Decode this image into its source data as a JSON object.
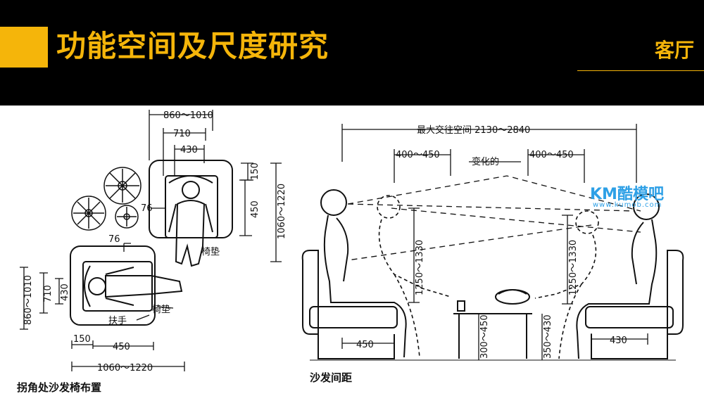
{
  "header": {
    "title": "功能空间及尺度研究",
    "section": "客厅"
  },
  "figure": {
    "left_caption": "拐角处沙发椅布置",
    "right_caption": "沙发间距",
    "left_dims": {
      "top_overall": "860～1010",
      "top_mid": "710",
      "top_inner": "430",
      "right_150": "150",
      "right_450": "450",
      "right_overall": "1060～1220",
      "left_overall": "860～1010",
      "left_mid": "710",
      "left_inner": "430",
      "bottom_150": "150",
      "bottom_450": "450",
      "bottom_overall": "1060～1220",
      "small_76a": "76",
      "small_76b": "76",
      "label_cushion_1": "椅垫",
      "label_cushion_2": "椅垫",
      "label_armrest": "扶手"
    },
    "right_dims": {
      "max_space": "最大交往空间 2130～2840",
      "var_left": "400～450",
      "var_center": "变化的",
      "var_right": "400～450",
      "vert_left": "1250～1330",
      "vert_right": "1250～1330",
      "table_left": "300～450",
      "table_right": "350～430",
      "seat_left": "450",
      "seat_right": "430"
    }
  },
  "watermark": {
    "brand": "KM酷模吧",
    "url": "www.kumob.com"
  }
}
